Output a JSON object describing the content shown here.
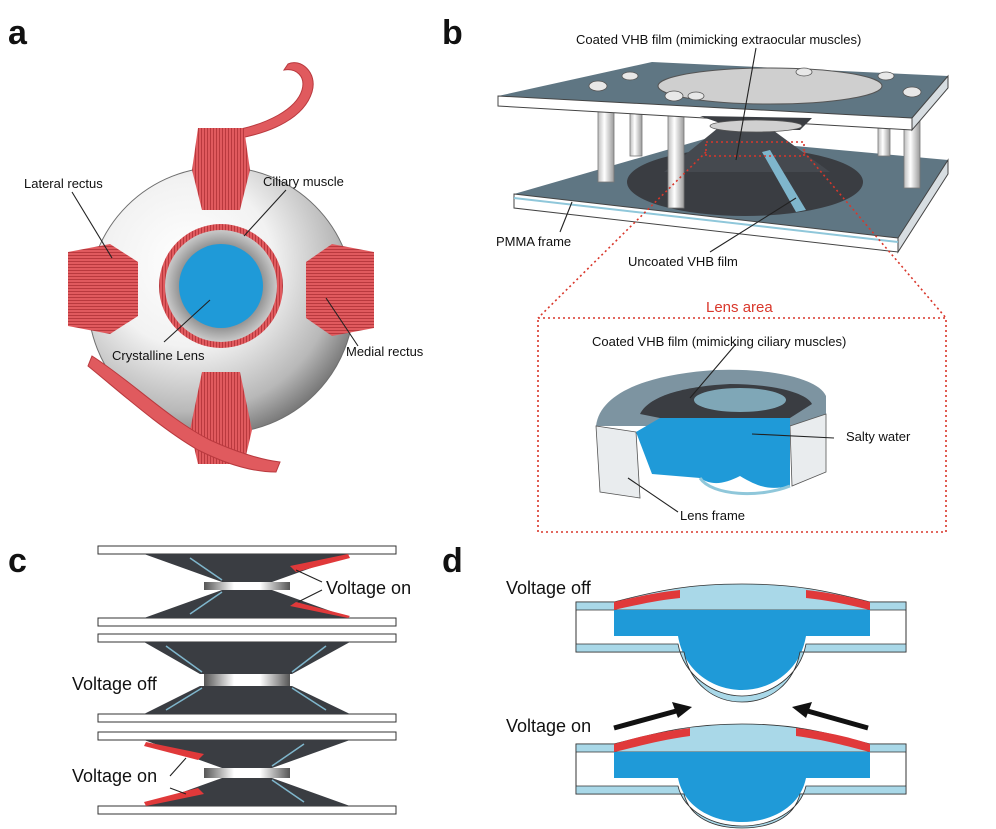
{
  "panels": {
    "a": "a",
    "b": "b",
    "c": "c",
    "d": "d"
  },
  "panel_a": {
    "lateral_rectus": "Lateral rectus",
    "ciliary_muscle": "Ciliary muscle",
    "crystalline_lens": "Crystalline Lens",
    "medial_rectus": "Medial rectus"
  },
  "panel_b": {
    "coated_vhb_extraocular": "Coated VHB film (mimicking extraocular muscles)",
    "pmma_frame": "PMMA frame",
    "uncoated_vhb": "Uncoated VHB film",
    "lens_area": "Lens area",
    "coated_vhb_ciliary": "Coated VHB film (mimicking ciliary muscles)",
    "salty_water": "Salty water",
    "lens_frame": "Lens frame"
  },
  "panel_c": {
    "voltage_on_top": "Voltage on",
    "voltage_off": "Voltage off",
    "voltage_on_bottom": "Voltage on"
  },
  "panel_d": {
    "voltage_off": "Voltage off",
    "voltage_on": "Voltage on"
  },
  "colors": {
    "muscle_red": "#e05a5e",
    "lens_blue": "#1f9ad8",
    "film_dark": "#3a3d42",
    "plate_gray": "#5f7683",
    "film_light_blue": "#a9d8e8",
    "annotation_red": "#d9372b"
  }
}
